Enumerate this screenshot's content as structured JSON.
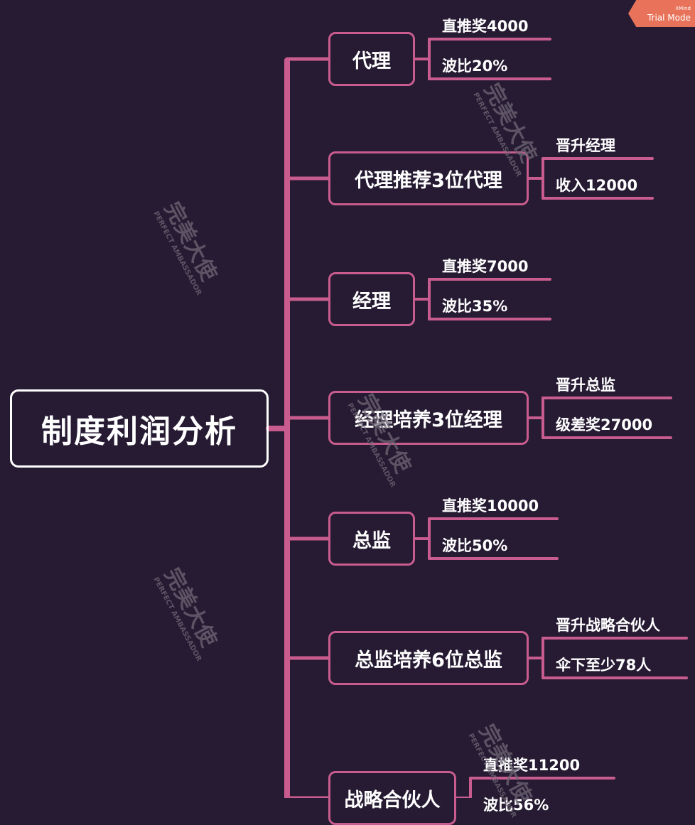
{
  "diagram": {
    "root": "制度利润分析",
    "branches": [
      {
        "label": "代理",
        "leaves": [
          "直推奖4000",
          "波比20%"
        ]
      },
      {
        "label": "代理推荐3位代理",
        "leaves": [
          "晋升经理",
          "收入12000"
        ]
      },
      {
        "label": "经理",
        "leaves": [
          "直推奖7000",
          "波比35%"
        ]
      },
      {
        "label": "经理培养3位经理",
        "leaves": [
          "晋升总监",
          "级差奖27000"
        ]
      },
      {
        "label": "总监",
        "leaves": [
          "直推奖10000",
          "波比50%"
        ]
      },
      {
        "label": "总监培养6位总监",
        "leaves": [
          "晋升战略合伙人",
          "伞下至少78人"
        ]
      },
      {
        "label": "战略合伙人",
        "leaves": [
          "直推奖11200",
          "波比56%"
        ]
      }
    ]
  },
  "watermark": {
    "text": "完美大使",
    "subtext": "PERFECT AMBASSADOR"
  },
  "badge": {
    "small": "XMind",
    "text": "Trial Mode"
  },
  "colors": {
    "background": "#261b33",
    "connector": "#c95c8e",
    "text": "#ffffff",
    "badge": "#e8735a"
  }
}
